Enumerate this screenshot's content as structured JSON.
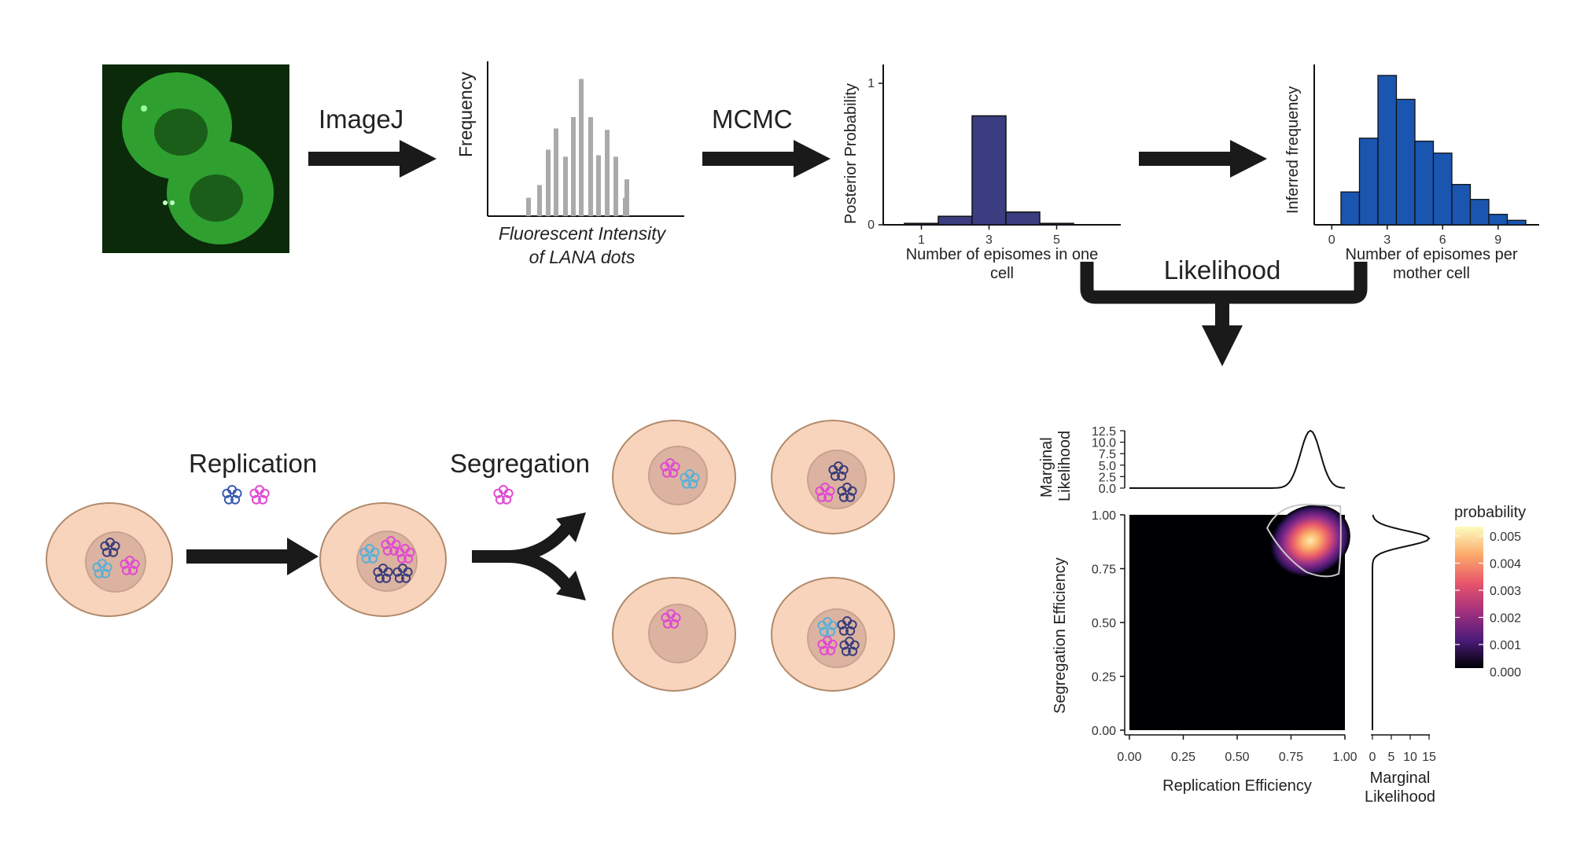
{
  "labels": {
    "imagej": "ImageJ",
    "mcmc": "MCMC",
    "likelihood": "Likelihood",
    "replication": "Replication",
    "segregation": "Segregation"
  },
  "histogram_intensity": {
    "ylabel": "Frequency",
    "xlabel_line1": "Fluorescent Intensity",
    "xlabel_line2": "of LANA dots"
  },
  "chart_data": [
    {
      "type": "bar",
      "id": "posterior",
      "ylabel": "Posterior Probability",
      "xlabel_line1": "Number of episomes in one",
      "xlabel_line2": "cell",
      "categories": [
        1,
        2,
        3,
        4,
        5
      ],
      "values": [
        0.01,
        0.06,
        0.77,
        0.09,
        0.01
      ],
      "xticks": [
        "1",
        "3",
        "5"
      ],
      "yticks": [
        "0",
        "1"
      ],
      "color": "#3b3d80"
    },
    {
      "type": "bar",
      "id": "inferred",
      "ylabel": "Inferred frequency",
      "xlabel_line1": "Number of episomes per",
      "xlabel_line2": "mother cell",
      "categories": [
        1,
        2,
        3,
        4,
        5,
        6,
        7,
        8,
        9,
        10
      ],
      "values": [
        0.22,
        0.58,
        1.0,
        0.84,
        0.56,
        0.48,
        0.27,
        0.17,
        0.07,
        0.03
      ],
      "xticks": [
        "0",
        "3",
        "6",
        "9"
      ],
      "color": "#1a56b0"
    },
    {
      "type": "heatmap",
      "id": "joint",
      "xlabel": "Replication Efficiency",
      "ylabel": "Segregation Efficiency",
      "xticks": [
        "0.00",
        "0.25",
        "0.50",
        "0.75",
        "1.00"
      ],
      "yticks": [
        "0.00",
        "0.25",
        "0.50",
        "0.75",
        "1.00"
      ],
      "xlim": [
        0,
        1
      ],
      "ylim": [
        0,
        1
      ],
      "peak": {
        "x": 0.84,
        "y": 0.88
      },
      "top_marginal": {
        "ylabel_line1": "Marginal",
        "ylabel_line2": "Likelihood",
        "yticks": [
          "0.0",
          "2.5",
          "5.0",
          "7.5",
          "10.0",
          "12.5"
        ],
        "peak_x": 0.84,
        "peak_y": 12.5
      },
      "right_marginal": {
        "xlabel_line1": "Marginal",
        "xlabel_line2": "Likelihood",
        "xticks": [
          "0",
          "5",
          "10",
          "15"
        ],
        "peak_y": 0.89,
        "peak_x": 15
      },
      "legend": {
        "title": "probability",
        "ticks": [
          "0.005",
          "0.004",
          "0.003",
          "0.002",
          "0.001",
          "0.000"
        ]
      }
    }
  ]
}
